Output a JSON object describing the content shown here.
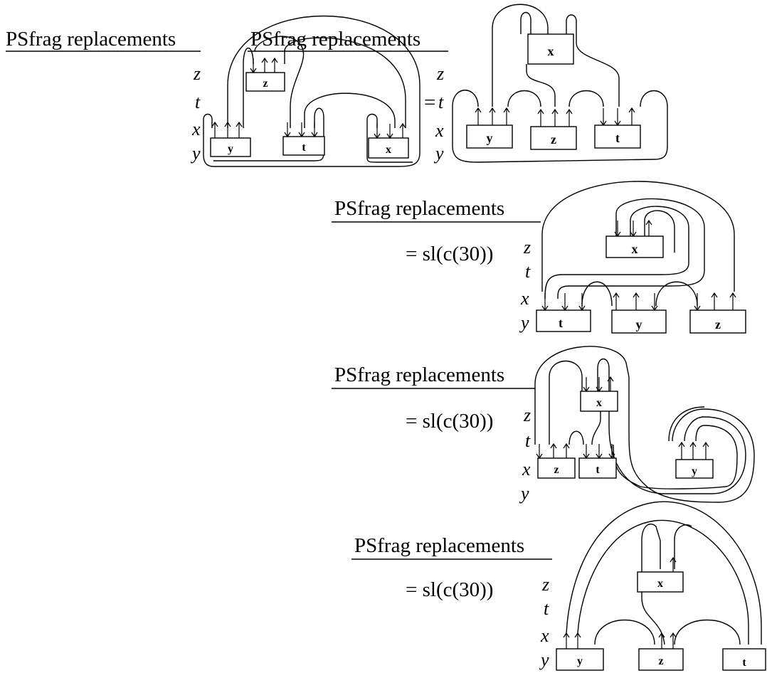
{
  "psfrag_label": "PSfrag replacements",
  "variables": [
    "z",
    "t",
    "x",
    "y"
  ],
  "equals": "=",
  "sl_expr": "= sl(c(30))",
  "diagrams": [
    {
      "name": "diagram-1",
      "boxes": [
        "y",
        "t",
        "x",
        "z"
      ]
    },
    {
      "name": "diagram-2",
      "boxes": [
        "x",
        "y",
        "z",
        "t"
      ]
    },
    {
      "name": "diagram-3",
      "boxes": [
        "x",
        "t",
        "y",
        "z"
      ]
    },
    {
      "name": "diagram-4",
      "boxes": [
        "x",
        "z",
        "t",
        "y"
      ]
    },
    {
      "name": "diagram-5",
      "boxes": [
        "x",
        "y",
        "z",
        "t"
      ]
    }
  ]
}
